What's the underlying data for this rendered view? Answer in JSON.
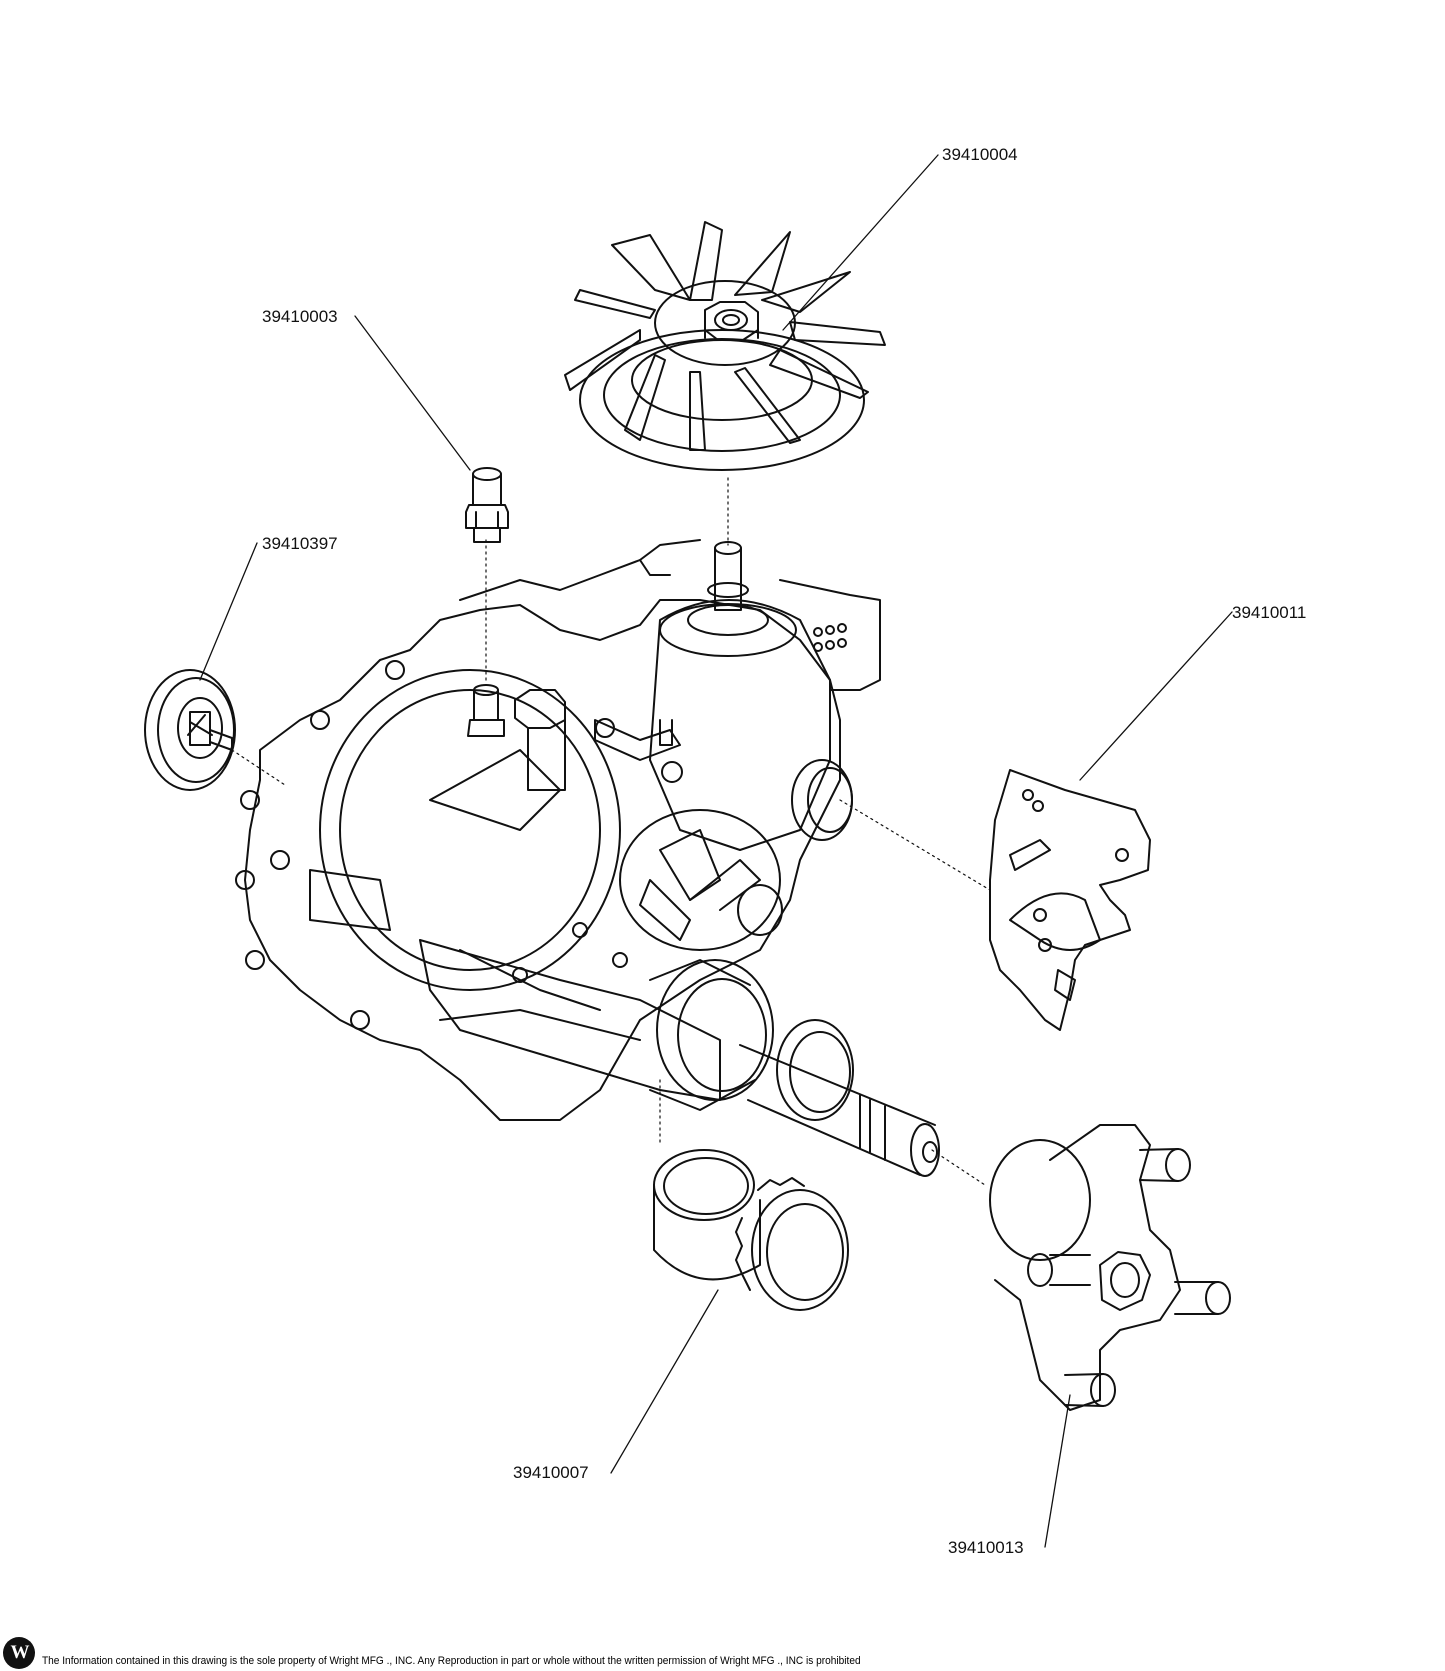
{
  "parts": {
    "fan": "39410004",
    "fitting": "39410003",
    "pulley": "39410397",
    "bracket": "39410011",
    "filter": "39410007",
    "hub": "39410013"
  },
  "footer": {
    "notice": "The Information contained in this drawing is the sole property of Wright MFG ., INC. Any Reproduction in part or whole without the written permission of Wright MFG ., INC is prohibited",
    "logo_letter": "W"
  },
  "colors": {
    "line": "#111111",
    "background": "#ffffff"
  }
}
